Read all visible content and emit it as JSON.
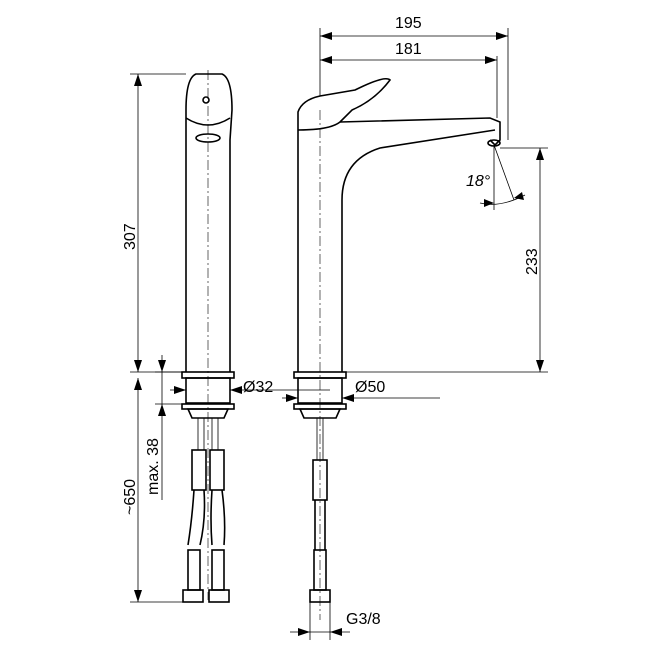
{
  "dimensions": {
    "spout_reach_total": "195",
    "spout_reach": "181",
    "spout_angle": "18°",
    "spout_height": "233",
    "body_height": "307",
    "shank_diameter": "Ø32",
    "base_diameter": "Ø50",
    "hose_length": "~650",
    "max_deck_thickness": "max. 38",
    "connection_thread": "G3/8"
  }
}
